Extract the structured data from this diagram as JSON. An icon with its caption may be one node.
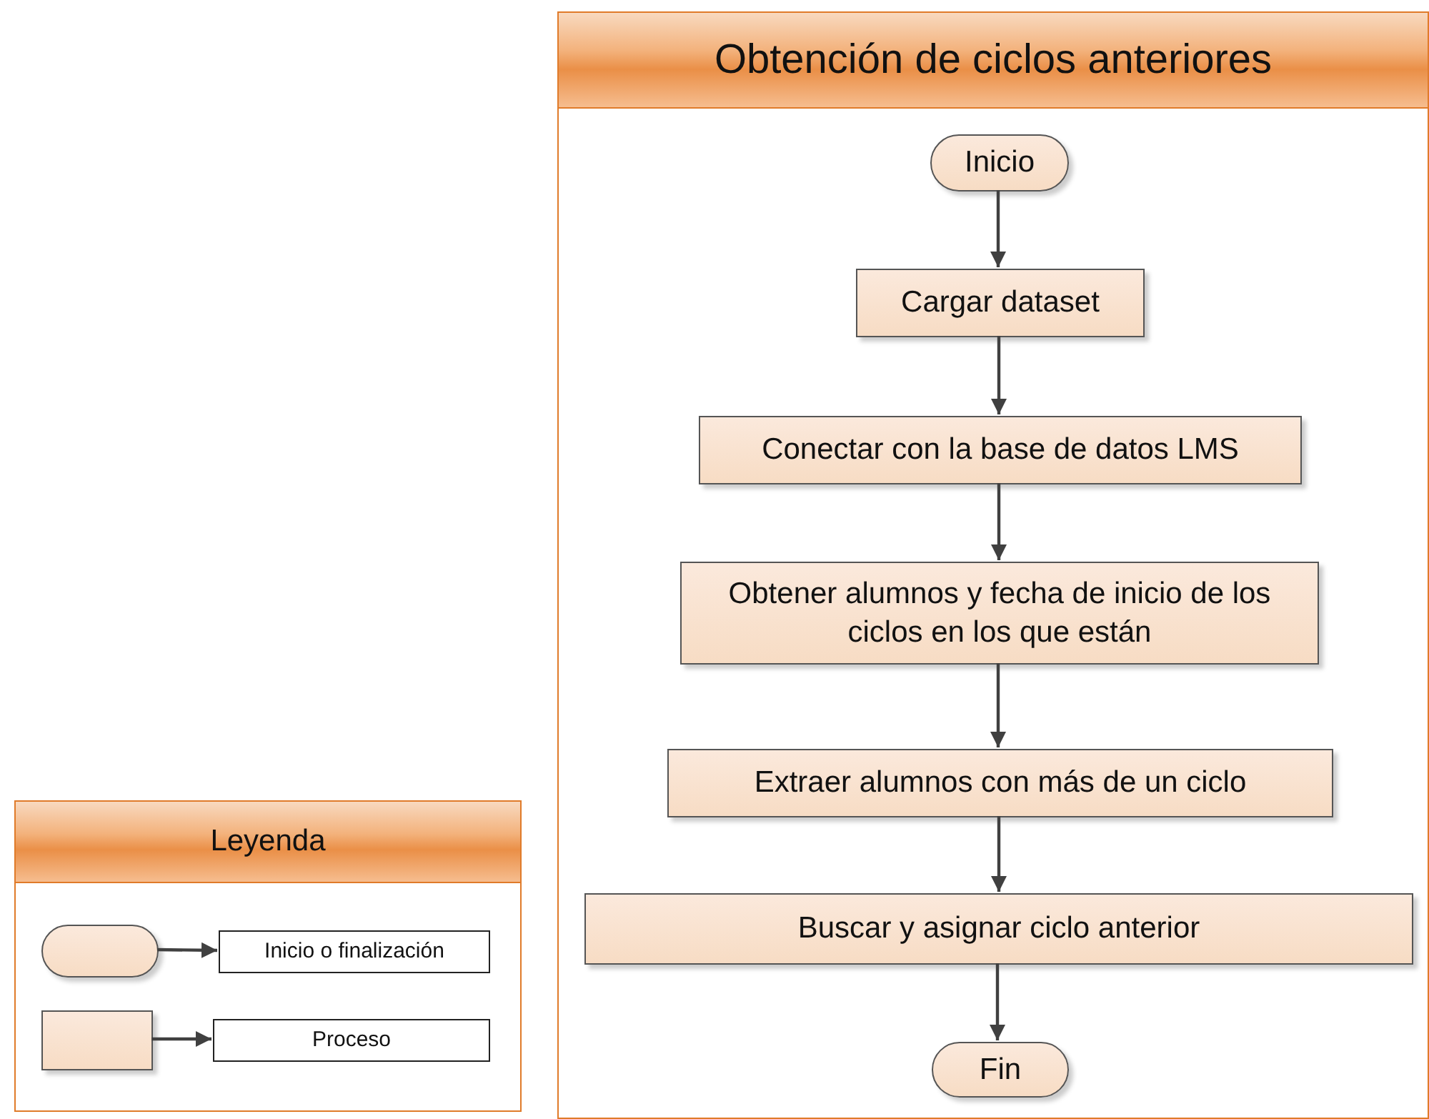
{
  "diagram": {
    "nodes": [
      {
        "text": [
          "Obtención de ciclos anteriores"
        ]
      },
      {
        "text": [
          "Inicio"
        ],
        "in": 0
      },
      {
        "text": [
          "Cargar dataset"
        ],
        "in": 0
      },
      {
        "text": [
          "Conectar con la base de datos LMS"
        ],
        "in": 0
      },
      {
        "text": [
          "Obtener alumnos y fecha de inicio de los ciclos en los que están"
        ],
        "in": 0
      },
      {
        "text": [
          "Extraer alumnos con más de un ciclo"
        ],
        "in": 0
      },
      {
        "text": [
          "Buscar y asignar ciclo anterior"
        ],
        "in": 0
      },
      {
        "text": [
          "Fin"
        ],
        "in": 0
      },
      {
        "text": [
          "Leyenda"
        ]
      },
      {
        "text": [],
        "shape": "pill",
        "in": 8
      },
      {
        "text": [
          "Inicio o finalización"
        ],
        "in": 8
      },
      {
        "text": [],
        "shape": "box",
        "in": 8
      },
      {
        "text": [
          "Proceso"
        ],
        "in": 8
      }
    ],
    "edges": [
      {
        "from": 1,
        "to": 2,
        "arrow": "to"
      },
      {
        "from": 2,
        "to": 3,
        "arrow": "to"
      },
      {
        "from": 3,
        "to": 4,
        "arrow": "to"
      },
      {
        "from": 4,
        "to": 5,
        "arrow": "to"
      },
      {
        "from": 5,
        "to": 6,
        "arrow": "to"
      },
      {
        "from": 6,
        "to": 7,
        "arrow": "to"
      },
      {
        "from": 9,
        "to": 10,
        "arrow": "to"
      },
      {
        "from": 11,
        "to": 12,
        "arrow": "to"
      }
    ]
  }
}
